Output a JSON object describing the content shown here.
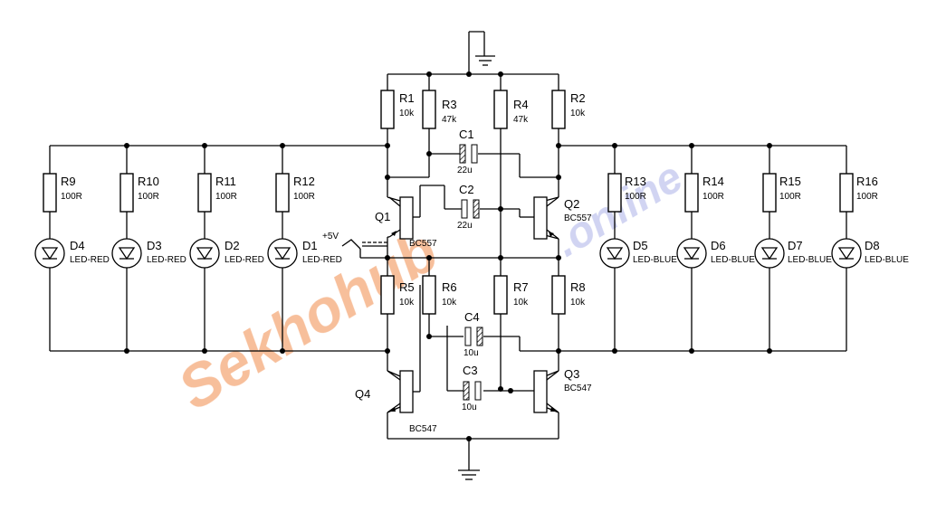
{
  "resistors": [
    {
      "ref": "R1",
      "value": "10k"
    },
    {
      "ref": "R3",
      "value": "47k"
    },
    {
      "ref": "R4",
      "value": "47k"
    },
    {
      "ref": "R2",
      "value": "10k"
    },
    {
      "ref": "R9",
      "value": "100R"
    },
    {
      "ref": "R10",
      "value": "100R"
    },
    {
      "ref": "R11",
      "value": "100R"
    },
    {
      "ref": "R12",
      "value": "100R"
    },
    {
      "ref": "R13",
      "value": "100R"
    },
    {
      "ref": "R14",
      "value": "100R"
    },
    {
      "ref": "R15",
      "value": "100R"
    },
    {
      "ref": "R16",
      "value": "100R"
    },
    {
      "ref": "R5",
      "value": "10k"
    },
    {
      "ref": "R6",
      "value": "10k"
    },
    {
      "ref": "R7",
      "value": "10k"
    },
    {
      "ref": "R8",
      "value": "10k"
    }
  ],
  "capacitors": [
    {
      "ref": "C1",
      "value": "22u"
    },
    {
      "ref": "C2",
      "value": "22u"
    },
    {
      "ref": "C4",
      "value": "10u"
    },
    {
      "ref": "C3",
      "value": "10u"
    }
  ],
  "diodes": [
    {
      "ref": "D4",
      "value": "LED-RED"
    },
    {
      "ref": "D3",
      "value": "LED-RED"
    },
    {
      "ref": "D2",
      "value": "LED-RED"
    },
    {
      "ref": "D1",
      "value": "LED-RED"
    },
    {
      "ref": "D5",
      "value": "LED-BLUE"
    },
    {
      "ref": "D6",
      "value": "LED-BLUE"
    },
    {
      "ref": "D7",
      "value": "LED-BLUE"
    },
    {
      "ref": "D8",
      "value": "LED-BLUE"
    }
  ],
  "transistors": [
    {
      "ref": "Q1",
      "value": "BC557"
    },
    {
      "ref": "Q2",
      "value": "BC557"
    },
    {
      "ref": "Q4",
      "value": "BC547"
    },
    {
      "ref": "Q3",
      "value": "BC547"
    }
  ],
  "supply_label": "+5V",
  "watermark": {
    "main": "Sekhohub",
    "suffix": ".online"
  },
  "colors": {
    "wire": "#000000",
    "watermark_orange": "#f6b48a",
    "watermark_blue": "#5b6fe0"
  }
}
